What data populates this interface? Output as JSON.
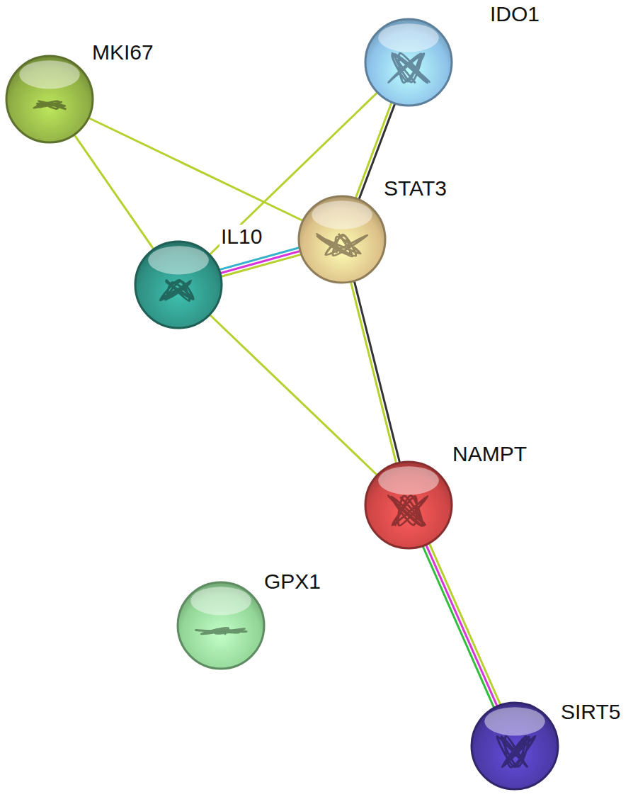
{
  "diagram": {
    "nodes": [
      {
        "text": [
          "MKI67"
        ]
      },
      {
        "text": [
          "IDO1"
        ]
      },
      {
        "text": [
          "STAT3"
        ]
      },
      {
        "text": [
          "IL10"
        ]
      },
      {
        "text": [
          "NAMPT"
        ]
      },
      {
        "text": [
          "GPX1"
        ]
      },
      {
        "text": [
          "SIRT5"
        ]
      }
    ],
    "edges": [
      {
        "from": 0,
        "to": 3,
        "arrow": "none"
      },
      {
        "from": 0,
        "to": 2,
        "arrow": "none"
      },
      {
        "from": 3,
        "to": 1,
        "arrow": "none"
      },
      {
        "from": 1,
        "to": 2,
        "arrow": "none"
      },
      {
        "from": 1,
        "to": 2,
        "arrow": "none"
      },
      {
        "from": 3,
        "to": 2,
        "arrow": "none"
      },
      {
        "from": 3,
        "to": 2,
        "arrow": "none"
      },
      {
        "from": 3,
        "to": 2,
        "arrow": "none"
      },
      {
        "from": 3,
        "to": 4,
        "arrow": "none"
      },
      {
        "from": 2,
        "to": 4,
        "arrow": "none"
      },
      {
        "from": 2,
        "to": 4,
        "arrow": "none"
      },
      {
        "from": 4,
        "to": 6,
        "arrow": "none"
      },
      {
        "from": 4,
        "to": 6,
        "arrow": "none"
      },
      {
        "from": 4,
        "to": 6,
        "arrow": "none"
      }
    ]
  }
}
